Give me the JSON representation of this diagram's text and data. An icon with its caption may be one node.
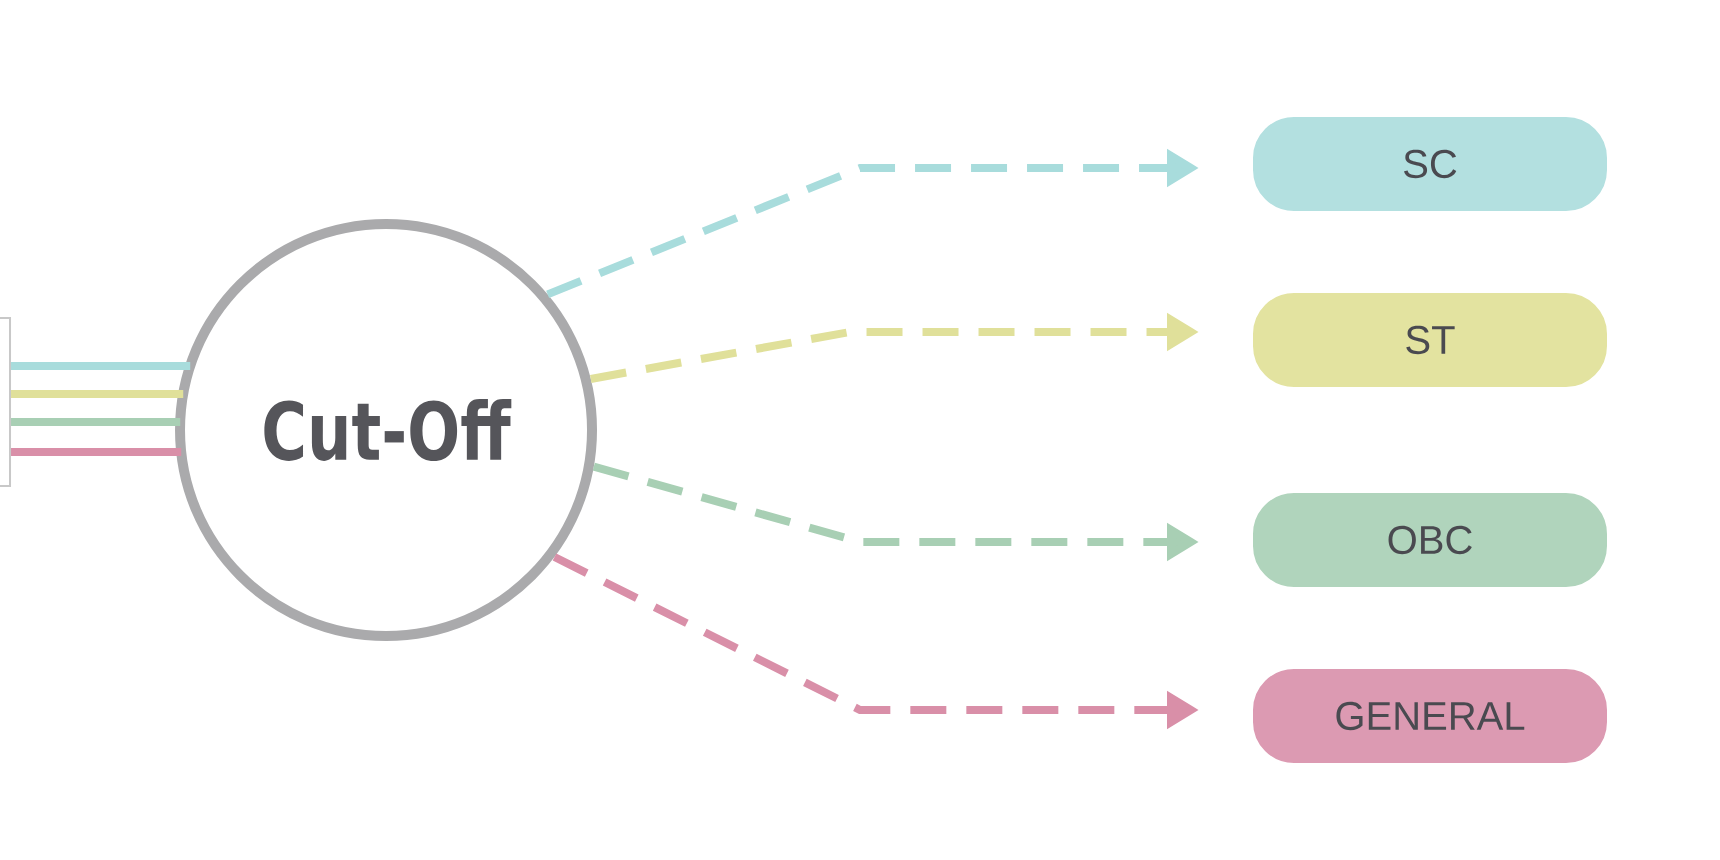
{
  "diagram": {
    "nodes": [
      {
        "text": [],
        "shape": "box"
      },
      {
        "text": [
          "Cut-Off"
        ]
      },
      {
        "text": [
          "SC"
        ]
      },
      {
        "text": [
          "ST"
        ]
      },
      {
        "text": [
          "OBC"
        ]
      },
      {
        "text": [
          "GENERAL"
        ]
      }
    ],
    "edges": [
      {
        "from": 0,
        "to": 1,
        "arrow": "none",
        "color": "#a8dcdc"
      },
      {
        "from": 0,
        "to": 1,
        "arrow": "none",
        "color": "#e0e09a"
      },
      {
        "from": 0,
        "to": 1,
        "arrow": "none",
        "color": "#a8cfb4"
      },
      {
        "from": 0,
        "to": 1,
        "arrow": "none",
        "color": "#d98fa8"
      },
      {
        "from": 1,
        "to": 2,
        "arrow": "to",
        "style": "dashed",
        "color": "#a8dcdc"
      },
      {
        "from": 1,
        "to": 3,
        "arrow": "to",
        "style": "dashed",
        "color": "#e0e09a"
      },
      {
        "from": 1,
        "to": 4,
        "arrow": "to",
        "style": "dashed",
        "color": "#a8cfb4"
      },
      {
        "from": 1,
        "to": 5,
        "arrow": "to",
        "style": "dashed",
        "color": "#d98fa8"
      }
    ]
  }
}
